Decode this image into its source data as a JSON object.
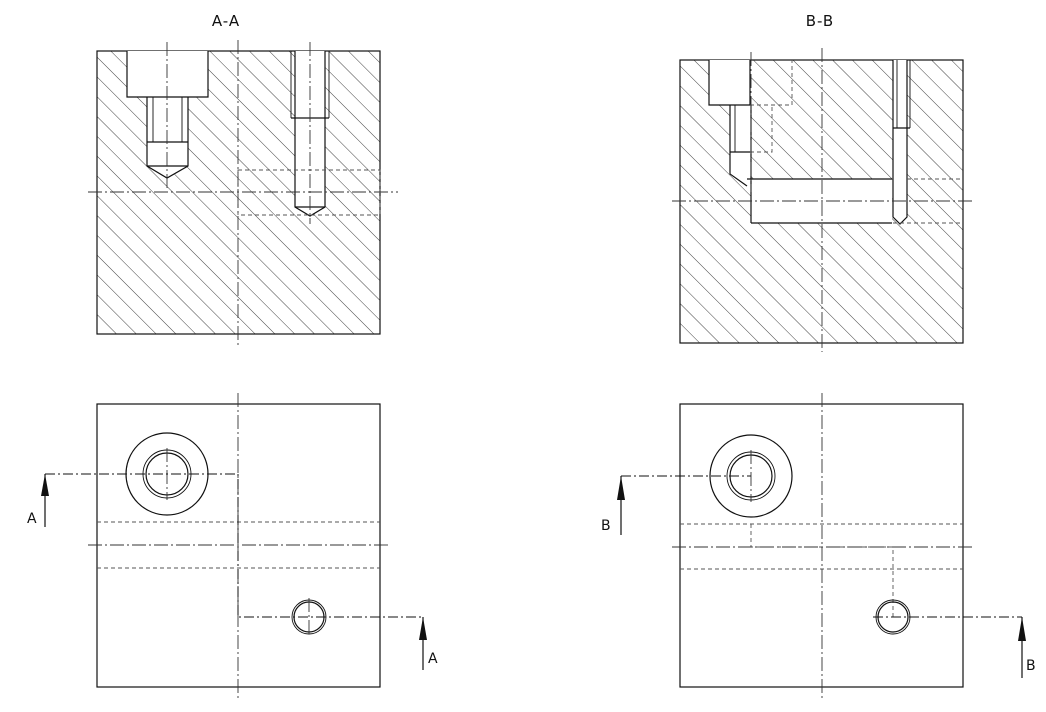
{
  "views": {
    "section_aa": {
      "title": "A-A"
    },
    "section_bb": {
      "title": "B-B"
    }
  },
  "cutting_planes": {
    "a_start": "A",
    "a_end": "A",
    "b_start": "B",
    "b_end": "B"
  }
}
